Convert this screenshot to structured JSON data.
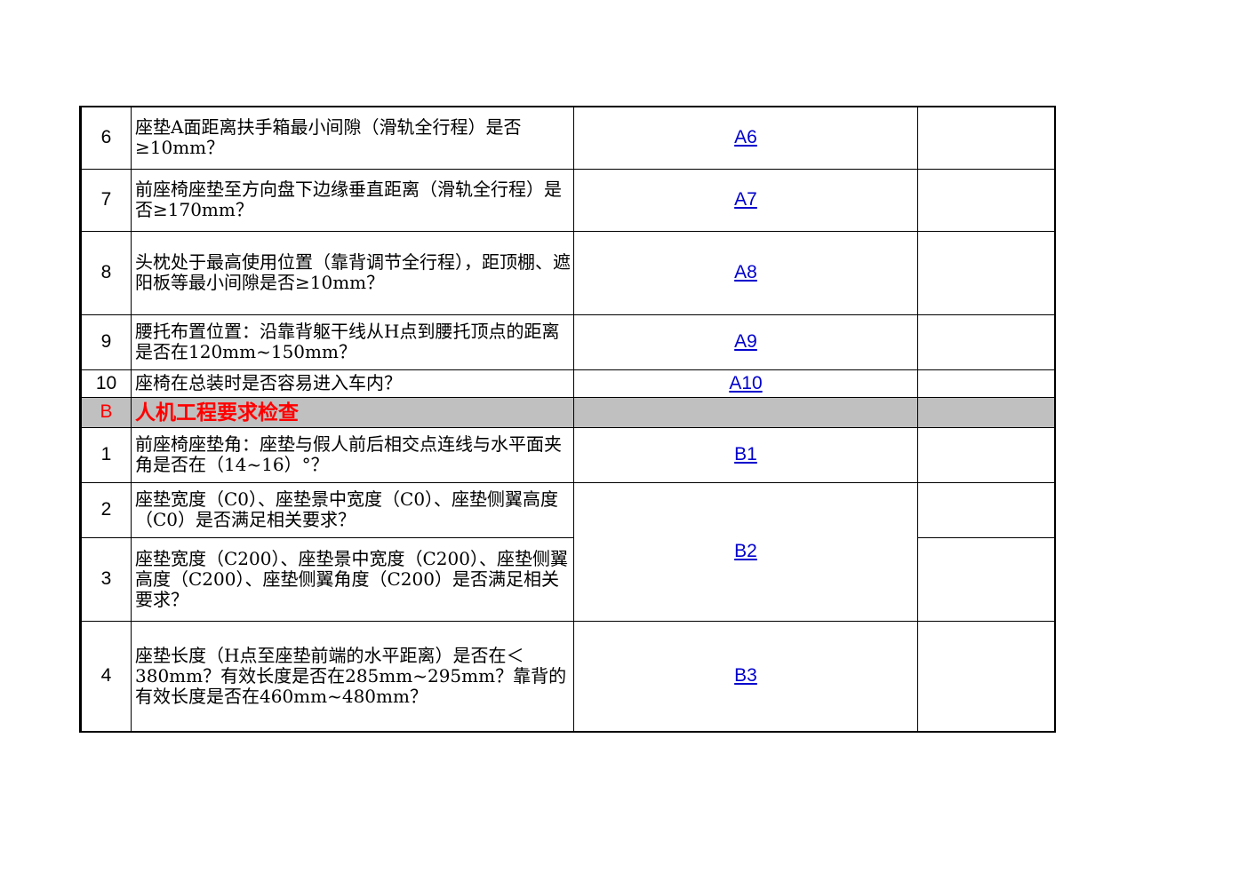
{
  "rows": [
    {
      "num": "6",
      "text": "座垫A面距离扶手箱最小间隙（滑轨全行程）是否≥10mm？",
      "link": "A6"
    },
    {
      "num": "7",
      "text": "前座椅座垫至方向盘下边缘垂直距离（滑轨全行程）是否≥170mm？",
      "link": "A7"
    },
    {
      "num": "8",
      "text": "头枕处于最高使用位置（靠背调节全行程），距顶棚、遮阳板等最小间隙是否≥10mm？",
      "link": "A8"
    },
    {
      "num": "9",
      "text": "腰托布置位置：沿靠背躯干线从H点到腰托顶点的距离是否在120mm~150mm？",
      "link": "A9"
    },
    {
      "num": "10",
      "text": "座椅在总装时是否容易进入车内？",
      "link": "A10"
    }
  ],
  "section": {
    "num": "B",
    "title": "人机工程要求检查"
  },
  "rows_b": [
    {
      "num": "1",
      "text": "前座椅座垫角：座垫与假人前后相交点连线与水平面夹角是否在（14~16）°？",
      "link": "B1"
    },
    {
      "num": "2",
      "text": "座垫宽度（C0）、座垫景中宽度（C0）、座垫侧翼高度（C0）是否满足相关要求？",
      "link": "B2"
    },
    {
      "num": "3",
      "text": "座垫宽度（C200）、座垫景中宽度（C200）、座垫侧翼高度（C200）、座垫侧翼角度（C200）是否满足相关要求？"
    },
    {
      "num": "4",
      "text": "座垫长度（H点至座垫前端的水平距离）是否在＜380mm？有效长度是否在285mm~295mm？靠背的有效长度是否在460mm~480mm？",
      "link": "B3"
    }
  ]
}
